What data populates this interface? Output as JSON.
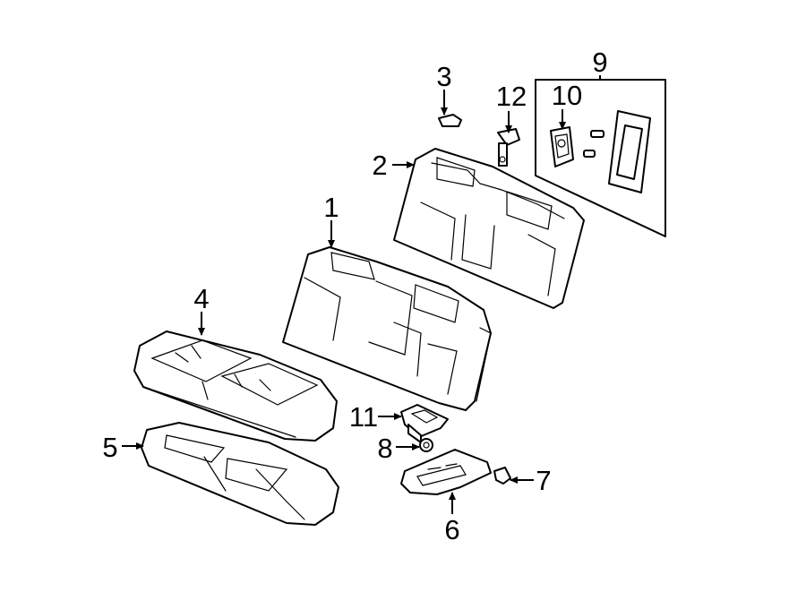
{
  "diagram": {
    "callouts": [
      {
        "key": "c1",
        "text": "1"
      },
      {
        "key": "c2",
        "text": "2"
      },
      {
        "key": "c3",
        "text": "3"
      },
      {
        "key": "c4",
        "text": "4"
      },
      {
        "key": "c5",
        "text": "5"
      },
      {
        "key": "c6",
        "text": "6"
      },
      {
        "key": "c7",
        "text": "7"
      },
      {
        "key": "c8",
        "text": "8"
      },
      {
        "key": "c9",
        "text": "9"
      },
      {
        "key": "c10",
        "text": "10"
      },
      {
        "key": "c11",
        "text": "11"
      },
      {
        "key": "c12",
        "text": "12"
      }
    ]
  }
}
